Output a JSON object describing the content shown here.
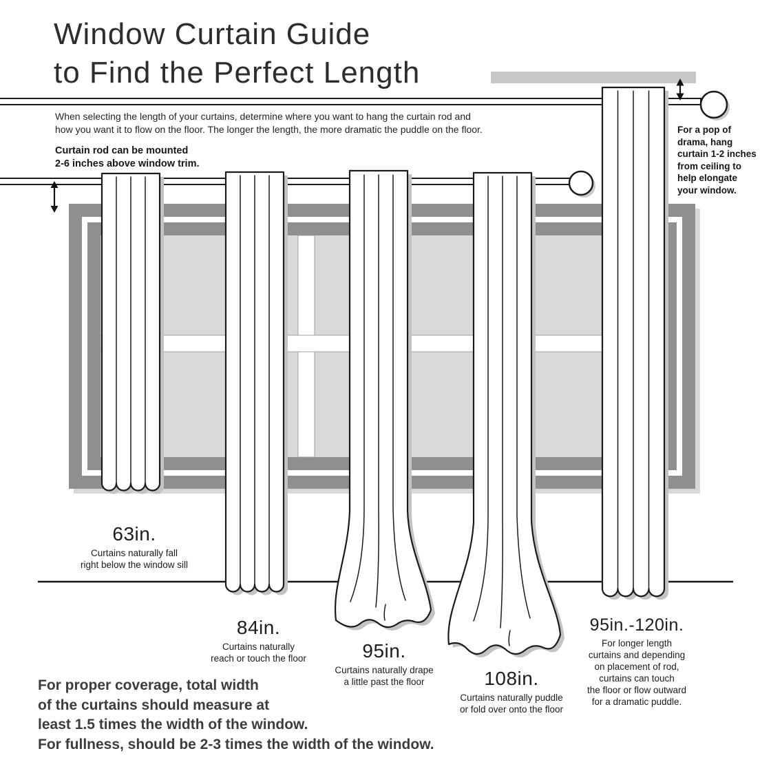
{
  "title": {
    "line1": "Window Curtain Guide",
    "line2": "to Find the Perfect Length"
  },
  "intro": {
    "line1": "When selecting the length of your curtains, determine where you want to hang the curtain rod and",
    "line2": "how you want it to flow on the floor. The longer the length, the more dramatic the puddle on the floor."
  },
  "rod_note": {
    "line1": "Curtain rod can be mounted",
    "line2": "2-6 inches above window trim."
  },
  "drama_note": {
    "lines": [
      "For a pop of",
      "drama, hang",
      "curtain 1-2 inches",
      "from ceiling to",
      "help elongate",
      "your window."
    ]
  },
  "curtains": [
    {
      "length": "63in.",
      "lines": [
        "Curtains naturally fall",
        "right below the window sill"
      ]
    },
    {
      "length": "84in.",
      "lines": [
        "Curtains naturally",
        "reach or touch the floor"
      ]
    },
    {
      "length": "95in.",
      "lines": [
        "Curtains naturally drape",
        "a little past the floor"
      ]
    },
    {
      "length": "108in.",
      "lines": [
        "Curtains naturally puddle",
        "or fold over onto the floor"
      ]
    },
    {
      "length": "95in.-120in.",
      "lines": [
        "For longer length",
        "curtains and depending",
        "on placement of rod,",
        "curtains can touch",
        "the floor or flow outward",
        "for a dramatic puddle."
      ]
    }
  ],
  "coverage_note": {
    "lines": [
      "For proper coverage, total width",
      "of the curtains should measure at",
      "least 1.5 times the width of the window.",
      "For fullness, should be 2-3 times the width of the window."
    ]
  },
  "colors": {
    "frame_gray": "#8f8f8f",
    "pane_gray": "#d9d9d9",
    "ceiling_gray": "#c7c7c7",
    "line_black": "#1a1a1a",
    "shadow_gray": "#c3c3c3"
  }
}
